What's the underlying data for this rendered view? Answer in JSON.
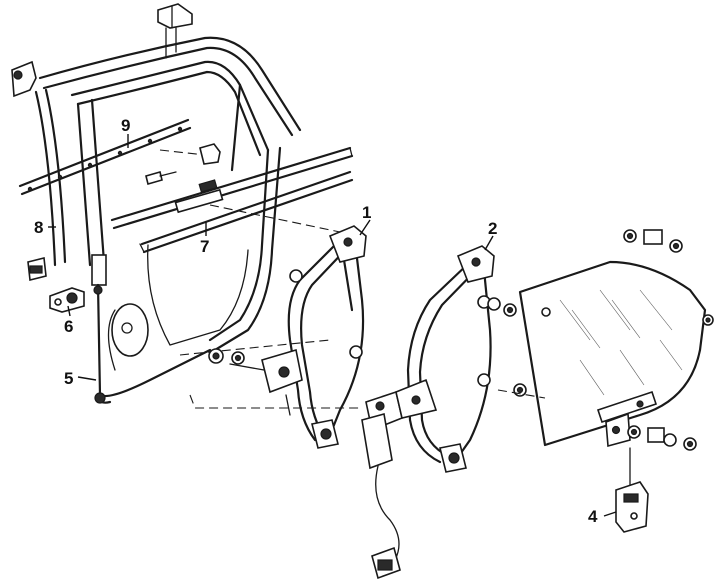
{
  "diagram": {
    "callouts": [
      {
        "id": "1",
        "label": "1"
      },
      {
        "id": "2",
        "label": "2"
      },
      {
        "id": "4",
        "label": "4"
      },
      {
        "id": "5",
        "label": "5"
      },
      {
        "id": "6",
        "label": "6"
      },
      {
        "id": "7",
        "label": "7"
      },
      {
        "id": "8",
        "label": "8"
      },
      {
        "id": "9",
        "label": "9"
      }
    ]
  }
}
